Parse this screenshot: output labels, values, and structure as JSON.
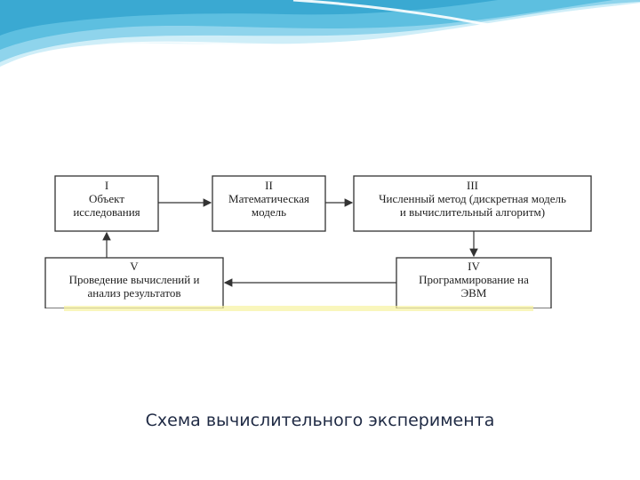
{
  "diagram": {
    "boxes": [
      {
        "numeral": "I",
        "lines": [
          "Объект",
          "исследования"
        ]
      },
      {
        "numeral": "II",
        "lines": [
          "Математическая",
          "модель"
        ]
      },
      {
        "numeral": "III",
        "lines": [
          "Численный метод (дискретная модель",
          "и вычислительный алгоритм)"
        ]
      },
      {
        "numeral": "IV",
        "lines": [
          "Программирование на",
          "ЭВМ"
        ]
      },
      {
        "numeral": "V",
        "lines": [
          "Проведение вычислений и",
          "анализ результатов"
        ]
      }
    ]
  },
  "caption": "Схема вычислительного эксперимента",
  "colors": {
    "wave_light": "#cfeef8",
    "wave_main": "#6fc6e4",
    "wave_dark": "#3aa9d2",
    "caption": "#1f2a44"
  }
}
